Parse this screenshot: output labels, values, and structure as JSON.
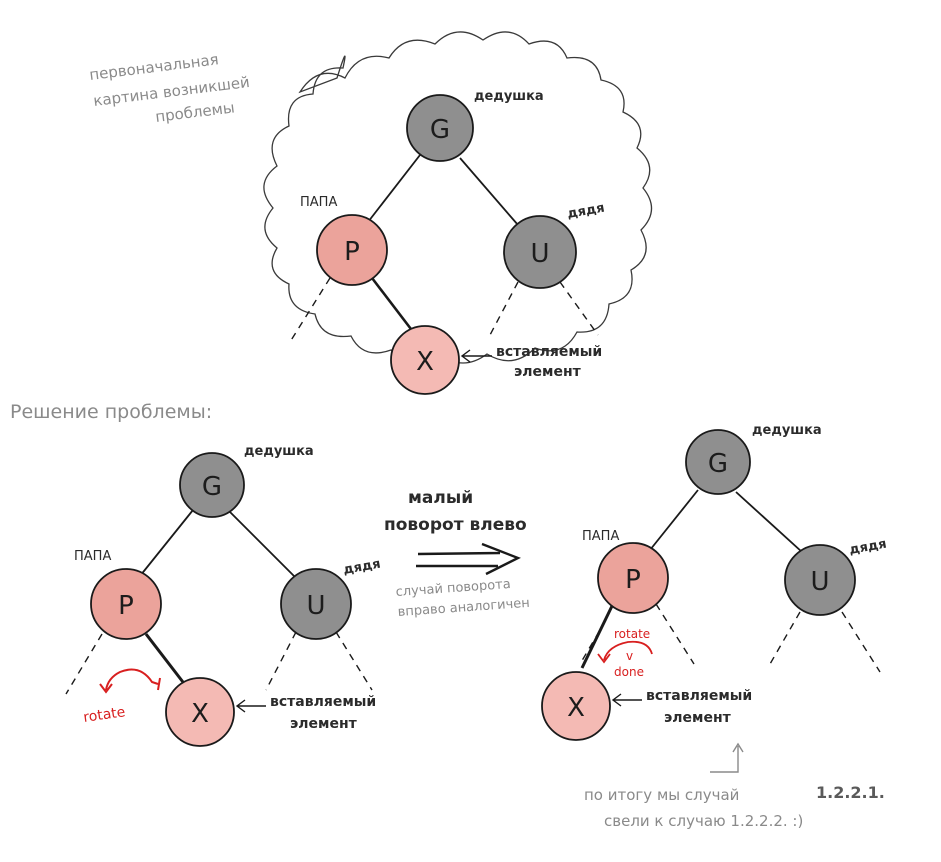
{
  "top_note": {
    "line1": "первоначальная",
    "line2": "картина возникшей",
    "line3": "проблемы"
  },
  "solution_title": "Решение проблемы:",
  "roles": {
    "grandparent": "дедушка",
    "parent": "ПАПА",
    "uncle": "дядя",
    "inserted_line1": "вставляемый",
    "inserted_line2": "элемент"
  },
  "nodes": {
    "grandparent": "G",
    "parent": "P",
    "uncle": "U",
    "inserted": "X"
  },
  "middle": {
    "rotation_line1": "малый",
    "rotation_line2": "поворот влево",
    "note_line1": "случай поворота",
    "note_line2": "вправо аналогичен"
  },
  "rotate_label": "rotate",
  "done_label_1": "rotate",
  "done_label_2": "v",
  "done_label_3": "done",
  "footer": {
    "line1_a": "по итогу мы случай",
    "line1_b": "1.2.2.1.",
    "line2": "свели к случаю 1.2.2.2. :)"
  },
  "colors": {
    "black_node": "#8f8f8f",
    "red_node": "#eba39b",
    "inserted_node": "#f4bab4",
    "accent": "#d81f1f"
  }
}
